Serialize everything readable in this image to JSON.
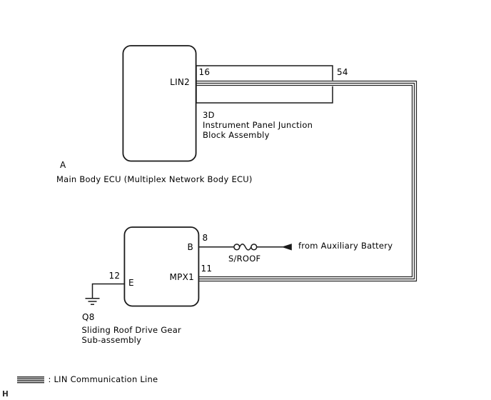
{
  "page": {
    "background": "#ffffff",
    "wire_color": "#1a1a1a"
  },
  "main_ecu": {
    "ref_letter": "A",
    "name": "Main Body ECU (Multiplex Network Body ECU)",
    "connector_label": "LIN2"
  },
  "junction_block": {
    "pin_left": "16",
    "pin_right": "54",
    "code": "3D",
    "name_line1": "Instrument Panel Junction",
    "name_line2": "Block Assembly"
  },
  "sliding_roof": {
    "ref_letter": "Q8",
    "name_line1": "Sliding Roof Drive Gear",
    "name_line2": "Sub-assembly",
    "terminal_b": "B",
    "terminal_e": "E",
    "connector_label": "MPX1",
    "pin_b": "8",
    "pin_lin": "11",
    "pin_e": "12"
  },
  "power": {
    "fuse_label": "S/ROOF",
    "source_label": "from Auxiliary Battery"
  },
  "legend": {
    "lin_label": ": LIN Communication Line"
  },
  "footer": {
    "page_letter": "H"
  }
}
